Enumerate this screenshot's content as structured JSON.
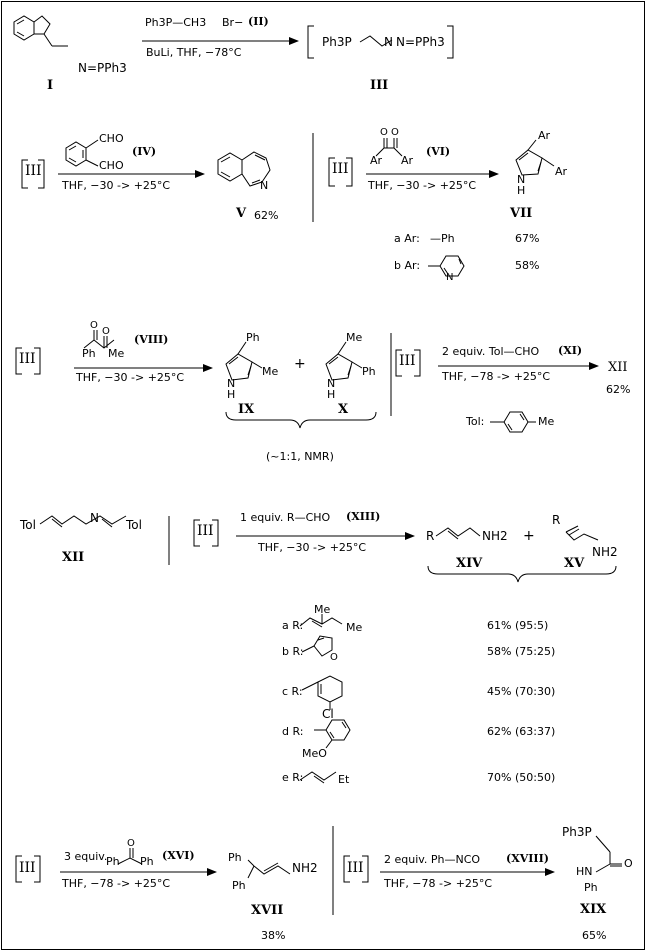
{
  "scheme": {
    "row1": {
      "start_label": "I",
      "start_group": "N=PPh3",
      "reagent_cation": "Ph3P—CH3",
      "reagent_anion": "Br−",
      "reagent_label": "(II)",
      "conditions": "BuLi, THF, −78°C",
      "product_formula": "Ph3P=⁄—N=PPh3",
      "product_label": "III"
    },
    "row2a": {
      "aldehyde_top": "CHO",
      "aldehyde_bottom": "CHO",
      "reagent_label": "(IV)",
      "start": "III",
      "conditions": "THF, −30 -> +25°C",
      "product_label": "V",
      "yield": "62%"
    },
    "row2b": {
      "reagent_label": "(VI)",
      "start": "III",
      "conditions": "THF, −30 -> +25°C",
      "product_label": "VII",
      "variants": [
        {
          "key": "a Ar:",
          "group": "—Ph",
          "yield": "67%"
        },
        {
          "key": "b Ar:",
          "group": "",
          "yield": "58%"
        }
      ]
    },
    "row3a": {
      "reagent_label": "(VIII)",
      "start": "III",
      "conditions": "THF, −30 -> +25°C",
      "product1_label": "IX",
      "product2_label": "X",
      "ratio": "(~1:1, NMR)"
    },
    "row3b": {
      "start": "III",
      "reagent": "2 equiv. Tol—CHO",
      "reagent_label": "(XI)",
      "conditions": "THF, −78 -> +25°C",
      "product_label": "XII",
      "yield": "62%",
      "tol_key": "Tol:"
    },
    "row4": {
      "left_formula_left": "Tol",
      "left_formula_right": "Tol",
      "left_label": "XII",
      "start": "III",
      "reagent": "1 equiv. R—CHO",
      "reagent_label": "(XIII)",
      "conditions": "THF, −30 -> +25°C",
      "product1_label": "XIV",
      "product2_label": "XV",
      "variants": [
        {
          "key": "a R:",
          "yield": "61% (95:5)"
        },
        {
          "key": "b R:",
          "yield": "58% (75:25)"
        },
        {
          "key": "c R:",
          "yield": "45% (70:30)"
        },
        {
          "key": "d R:",
          "yield": "62% (63:37)"
        },
        {
          "key": "e R:",
          "yield": "70% (50:50)"
        }
      ]
    },
    "row5a": {
      "start": "III",
      "reagent": "3 equiv.",
      "reagent_label": "(XVI)",
      "conditions": "THF, −78 -> +25°C",
      "product_label": "XVII",
      "yield": "38%"
    },
    "row5b": {
      "start": "III",
      "reagent": "2 equiv. Ph—NCO",
      "reagent_label": "(XVIII)",
      "conditions": "THF, −78 -> +25°C",
      "product_label": "XIX",
      "yield": "65%"
    },
    "atoms": {
      "N": "N",
      "H": "H",
      "O": "O",
      "Cl": "Cl",
      "Ph": "Ph",
      "Me": "Me",
      "Ar": "Ar",
      "Et": "Et",
      "NH2": "NH2",
      "R": "R",
      "MeO": "MeO",
      "HN": "HN",
      "Ph3P": "Ph3P",
      "plus": "+"
    }
  }
}
